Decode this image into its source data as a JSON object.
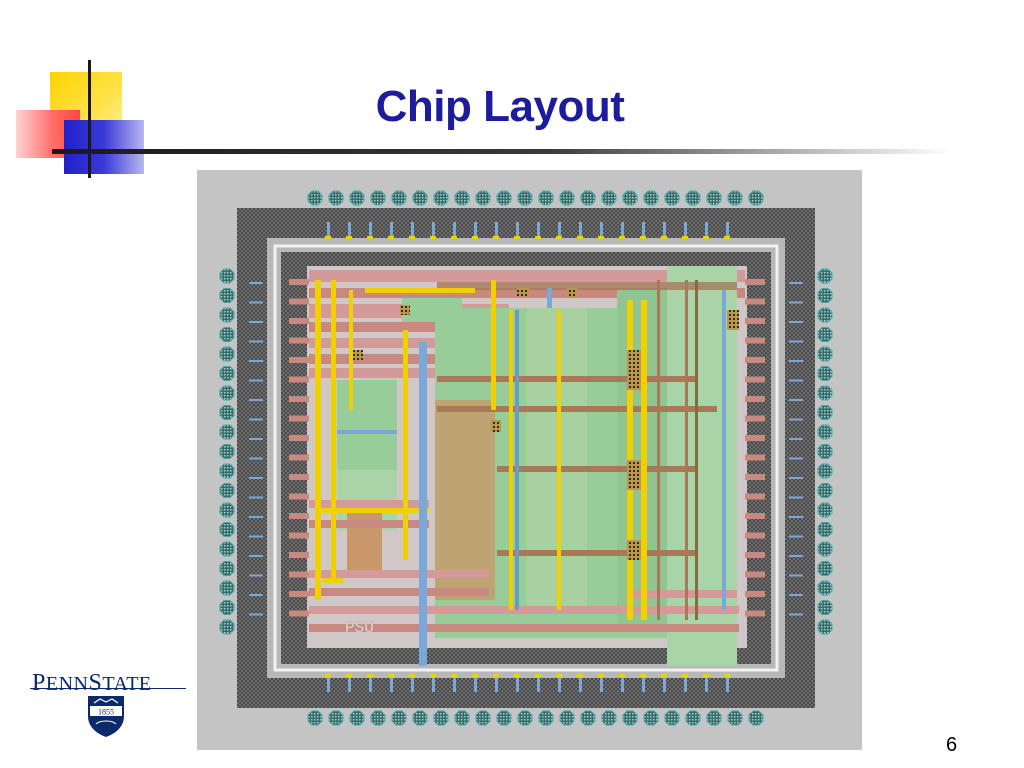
{
  "slide": {
    "title": "Chip Layout",
    "page_number": "6"
  },
  "logo": {
    "wordmark": "PENNSTATE",
    "shield_year": "1855",
    "text_color": "#0b2a6b"
  },
  "chip_image": {
    "silkscreen_text": "PSU"
  },
  "colors": {
    "title": "#1c1c9c",
    "frame_gray": "#c4c4c4",
    "ring_dark": "#555555",
    "pad_teal": "#44aaa8",
    "core_green": "#98cc98",
    "metal_yellow": "#f0d000",
    "metal_pink": "#d49a9a",
    "metal_blue": "#7aa8d8",
    "metal_brown": "#a87858"
  }
}
